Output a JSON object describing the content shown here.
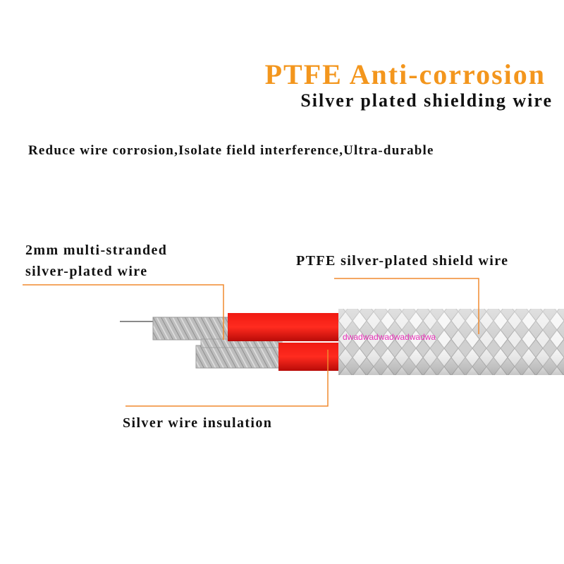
{
  "header": {
    "title": "PTFE Anti-corrosion",
    "subtitle": "Silver plated shielding wire",
    "tagline": "Reduce wire corrosion,Isolate field interference,Ultra-durable"
  },
  "callouts": {
    "core_line1": "2mm multi-stranded",
    "core_line2": "silver-plated wire",
    "shield": "PTFE silver-plated shield wire",
    "insulation": "Silver wire insulation"
  },
  "watermark": "dwadwadwadwadwadwa",
  "colors": {
    "title": "#f3961d",
    "leader": "#f08a2e",
    "insulation": "#e6100f",
    "watermark": "#e632b8",
    "braid": "#d9d9d9",
    "core": "#b3b3b3"
  }
}
